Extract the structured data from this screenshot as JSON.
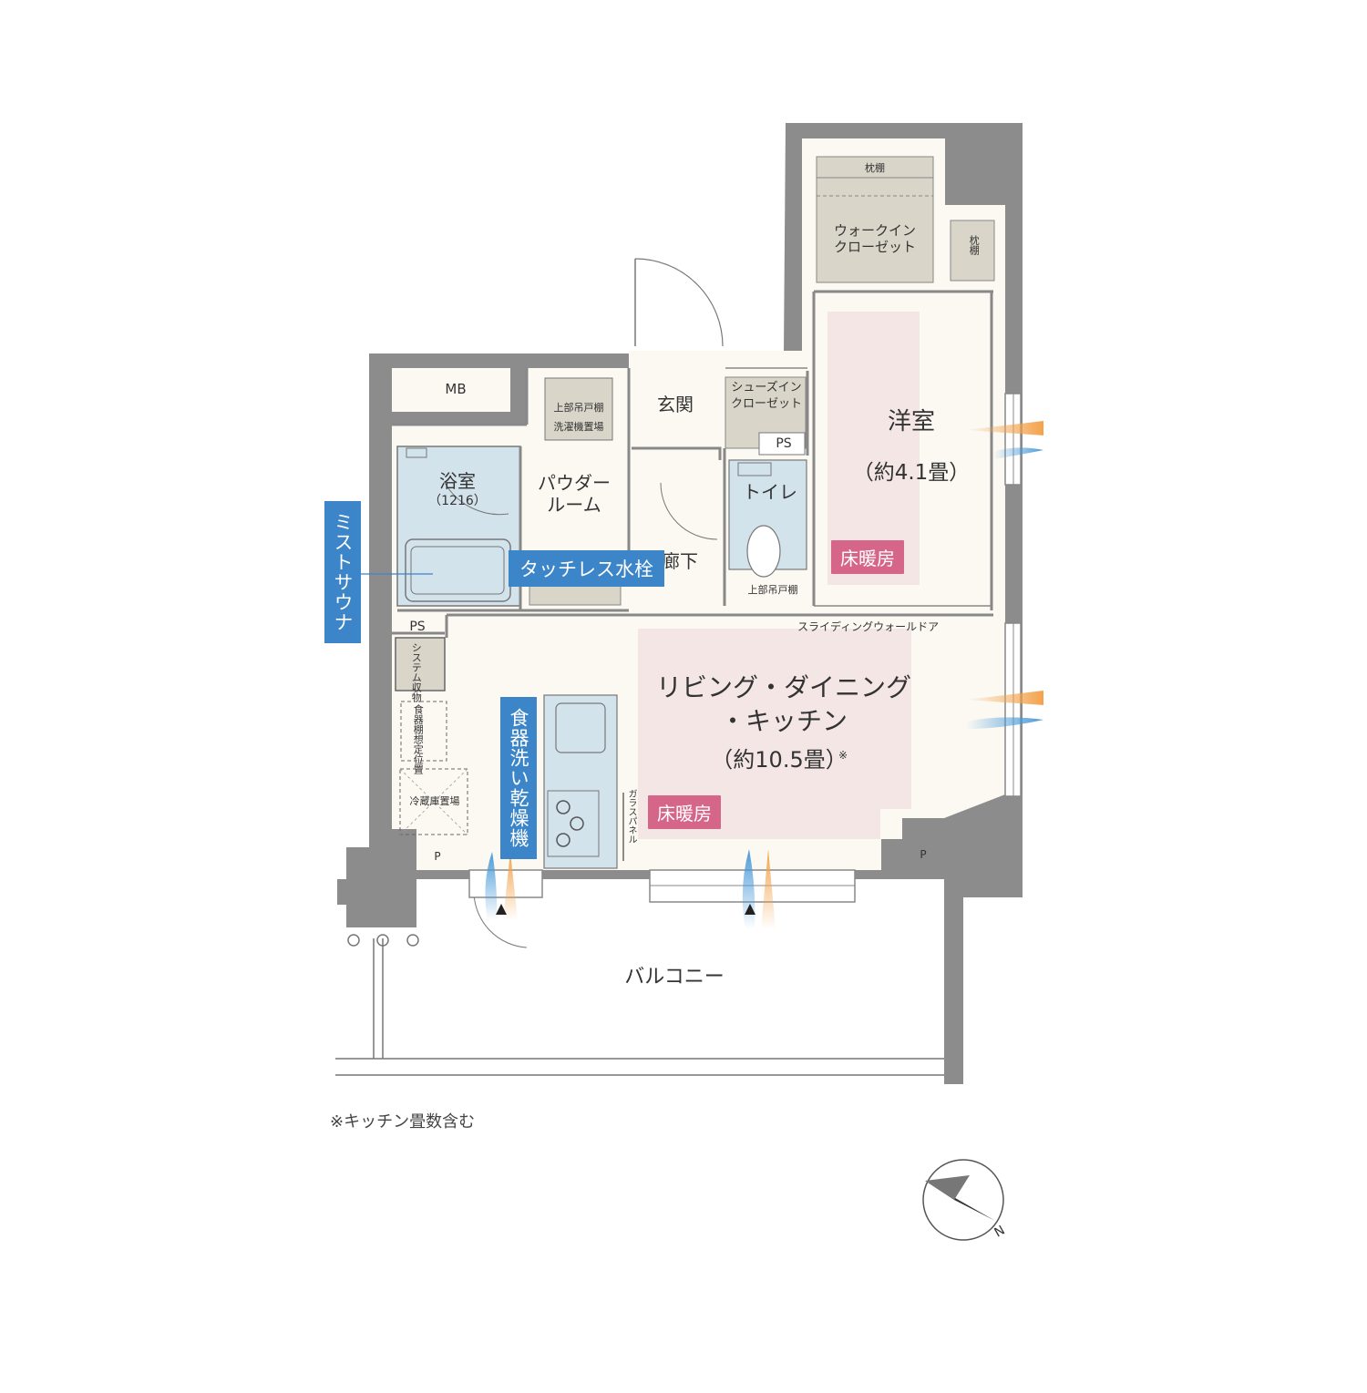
{
  "rooms": {
    "western_room": {
      "name": "洋室",
      "size": "（約4.1畳）"
    },
    "ldk": {
      "name_line1": "リビング・ダイニング",
      "name_line2": "・キッチン",
      "size": "（約10.5畳）",
      "mark": "※"
    },
    "bathroom": {
      "name": "浴室",
      "size": "（1216）"
    },
    "powder_room": {
      "name_line1": "パウダー",
      "name_line2": "ルーム"
    },
    "entrance": {
      "name": "玄関"
    },
    "corridor": {
      "name": "廊下"
    },
    "toilet": {
      "name": "トイレ"
    },
    "shoes_closet": {
      "line1": "シューズイン",
      "line2": "クローゼット"
    },
    "walk_in_closet": {
      "line1": "ウォークイン",
      "line2": "クローゼット"
    },
    "balcony": {
      "name": "バルコニー"
    }
  },
  "labels": {
    "mb": "MB",
    "ps_top": "PS",
    "ps_left": "PS",
    "p_left": "P",
    "p_right": "P",
    "pillow_shelf_top": "枕棚",
    "pillow_shelf_side": "枕棚",
    "upper_cabinet_laundry": "上部吊戸棚",
    "laundry_space": "洗濯機置場",
    "upper_cabinet_toilet": "上部吊戸棚",
    "sliding_wall_door": "スライディングウォールドア",
    "system_storage": "システム収物",
    "dish_shelf": "食器棚想定位置",
    "fridge_space": "冷蔵庫置場",
    "glass_panel": "ガラスパネル",
    "compass_n": "N"
  },
  "tags": {
    "floor_heating_1": "床暖房",
    "floor_heating_2": "床暖房",
    "touchless_faucet": "タッチレス水栓",
    "mist_sauna": "ミストサウナ",
    "dishwasher_dryer": "食器洗い乾燥機"
  },
  "footnote": "※キッチン畳数含む",
  "colors": {
    "wall": "#8c8c8c",
    "floor": "#fbf9f2",
    "pink_zone": "#f3e6e4",
    "bath_blue": "#d3e3ec",
    "storage": "#d9d5c9",
    "floor_heating_tag": "#d6658a",
    "feature_tag": "#3c85c8",
    "airflow_orange": "#f3a24a",
    "airflow_blue": "#4a9ad8"
  }
}
